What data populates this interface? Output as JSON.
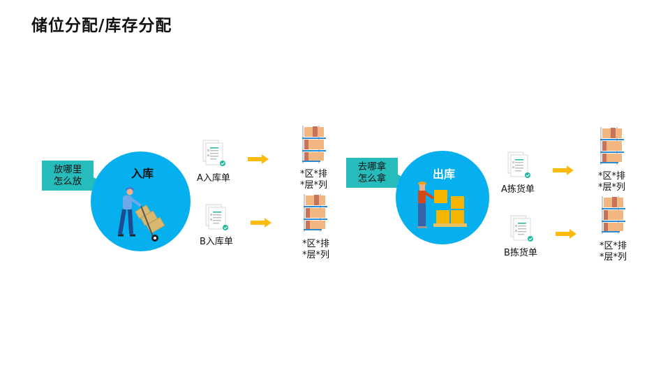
{
  "title": "储位分配/库存分配",
  "inbound": {
    "callout": [
      "放哪里",
      "怎么放"
    ],
    "label": "入库",
    "docs": [
      {
        "label": "A入库单",
        "location": [
          "*区*排",
          "*层*列"
        ]
      },
      {
        "label": "B入库单",
        "location": [
          "*区*排",
          "*层*列"
        ]
      }
    ]
  },
  "outbound": {
    "callout": [
      "去哪拿",
      "怎么拿"
    ],
    "label": "出库",
    "docs": [
      {
        "label": "A拣货单",
        "location": [
          "*区*排",
          "*层*列"
        ]
      },
      {
        "label": "B拣货单",
        "location": [
          "*区*排",
          "*层*列"
        ]
      }
    ]
  },
  "colors": {
    "circle": "#06b0ee",
    "callout": "#26bcbc",
    "arrow": "#fdbb10"
  }
}
